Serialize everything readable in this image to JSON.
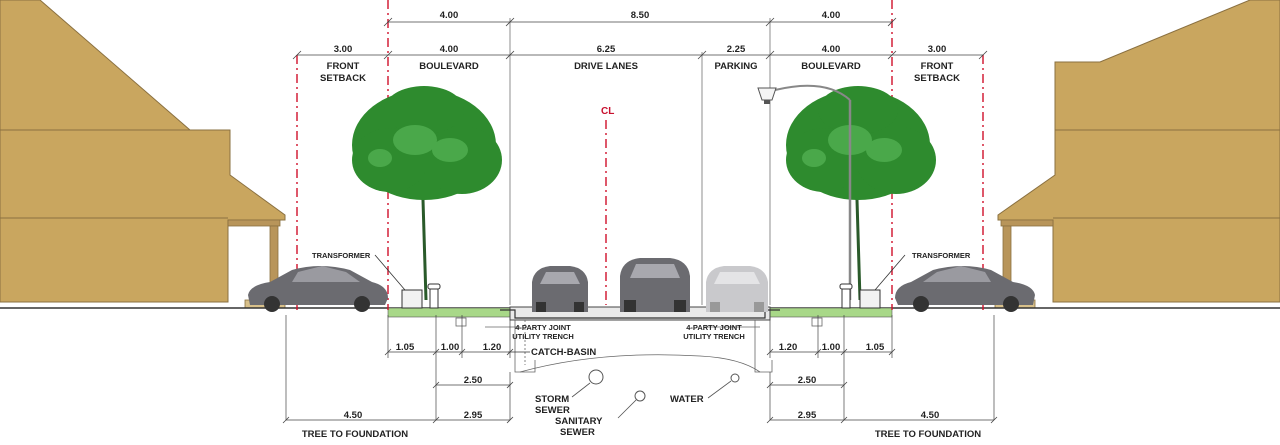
{
  "top_dims": {
    "left_boulevard": "4.00",
    "right_of_way": "8.50",
    "right_boulevard": "4.00"
  },
  "zones": [
    {
      "dim": "3.00",
      "label1": "FRONT",
      "label2": "SETBACK"
    },
    {
      "dim": "4.00",
      "label1": "BOULEVARD",
      "label2": ""
    },
    {
      "dim": "6.25",
      "label1": "DRIVE LANES",
      "label2": ""
    },
    {
      "dim": "2.25",
      "label1": "PARKING",
      "label2": ""
    },
    {
      "dim": "4.00",
      "label1": "BOULEVARD",
      "label2": ""
    },
    {
      "dim": "3.00",
      "label1": "FRONT",
      "label2": "SETBACK"
    }
  ],
  "centerline": "CL",
  "transformer_left": "TRANSFORMER",
  "transformer_right": "TRANSFORMER",
  "trench_left": {
    "line1": "4-PARTY JOINT",
    "line2": "UTILITY TRENCH"
  },
  "trench_right": {
    "line1": "4-PARTY JOINT",
    "line2": "UTILITY TRENCH"
  },
  "catch_basin": "CATCH-BASIN",
  "storm_sewer": {
    "line1": "STORM",
    "line2": "SEWER"
  },
  "sanitary_sewer": {
    "line1": "SANITARY",
    "line2": "SEWER"
  },
  "water": "WATER",
  "left_under_dims": {
    "d1": "1.05",
    "d2": "1.00",
    "d3": "1.20",
    "d4": "2.50",
    "d5": "2.95",
    "d6": "4.50"
  },
  "right_under_dims": {
    "d1": "1.20",
    "d2": "1.00",
    "d3": "1.05",
    "d4": "2.50",
    "d5": "2.95",
    "d6": "4.50"
  },
  "tree_to_foundation_left": "TREE TO FOUNDATION",
  "tree_to_foundation_right": "TREE TO FOUNDATION",
  "colors": {
    "house": "#c9a65f",
    "house_stroke": "#8a7040",
    "tree": "#2e8b2e",
    "grass": "#a8d888",
    "car_dark": "#6b6b70",
    "car_light": "#c9c9cc",
    "redline": "#d0102a"
  }
}
